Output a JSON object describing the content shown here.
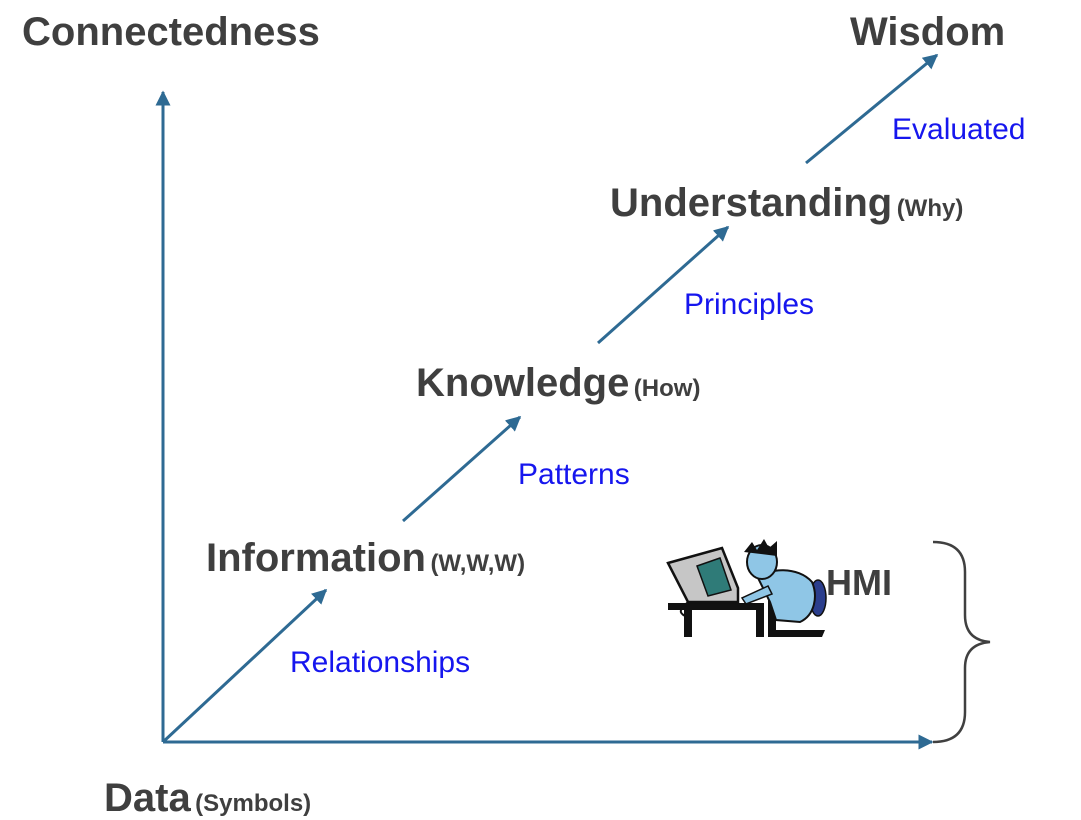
{
  "axes": {
    "y_label": "Connectedness"
  },
  "levels": {
    "data": {
      "name": "Data",
      "qualifier": "(Symbols)"
    },
    "information": {
      "name": "Information",
      "qualifier": "(W,W,W)"
    },
    "knowledge": {
      "name": "Knowledge",
      "qualifier": "(How)"
    },
    "understanding": {
      "name": "Understanding",
      "qualifier": "(Why)"
    },
    "wisdom": {
      "name": "Wisdom"
    }
  },
  "transitions": {
    "relationships": "Relationships",
    "patterns": "Patterns",
    "principles": "Principles",
    "evaluated": "Evaluated"
  },
  "hmi": {
    "label": "HMI",
    "icon": "person-at-computer-icon"
  },
  "colors": {
    "arrow": "#2e6a93",
    "level_text": "#3f3f3f",
    "transition_text": "#1616ee",
    "brace": "#404040"
  }
}
